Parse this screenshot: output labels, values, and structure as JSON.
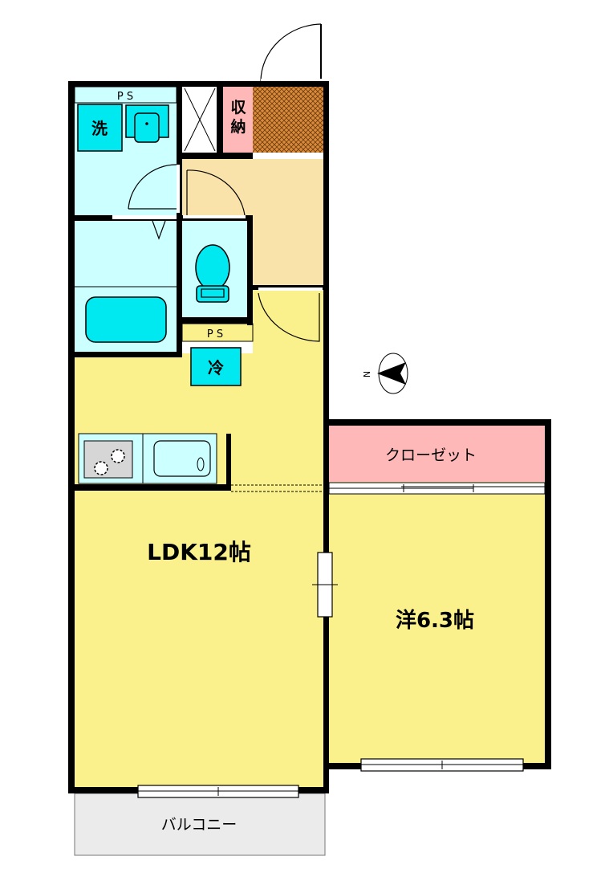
{
  "floorplan": {
    "rooms": {
      "ldk": {
        "label": "LDK12帖"
      },
      "western": {
        "label": "洋6.3帖"
      },
      "closet": {
        "label": "クローゼット"
      },
      "storage": {
        "label": "収納"
      },
      "balcony": {
        "label": "バルコニー"
      }
    },
    "fixtures": {
      "ps_top": "P S",
      "ps_mid": "P S",
      "washer": "洗",
      "fridge": "冷"
    },
    "compass": {
      "north_label": "N"
    }
  },
  "colors": {
    "wall": "#000000",
    "ldk_fill": "#FAF08C",
    "wet_area_fill": "#CCFFFF",
    "fixture_fill": "#00E8F0",
    "hall_fill": "#FAE3AA",
    "closet_fill": "#FFB8B8",
    "balcony_fill": "#EBEBEB",
    "hatch_fill": "#D98A3A"
  }
}
